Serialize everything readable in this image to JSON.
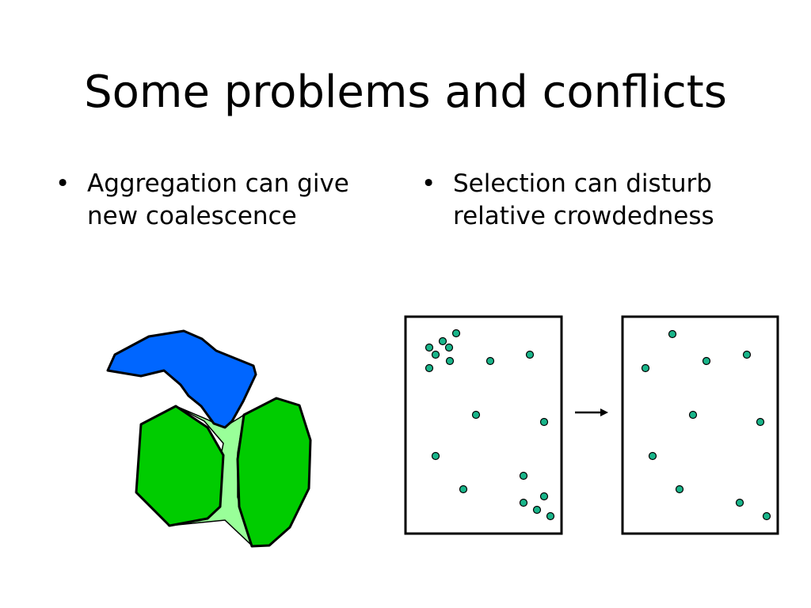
{
  "slide": {
    "title": "Some problems and conflicts"
  },
  "bullets": {
    "marker": "•",
    "left": {
      "line1": "Aggregation can give",
      "line2": "new coalescence"
    },
    "right": {
      "line1": "Selection can disturb",
      "line2": "relative crowdedness"
    }
  },
  "colors": {
    "blue_polygon": "#0066ff",
    "green_polygon": "#00cc00",
    "light_green_fill": "#99ff99",
    "point_fill": "#19b58a",
    "outline": "#000000"
  }
}
